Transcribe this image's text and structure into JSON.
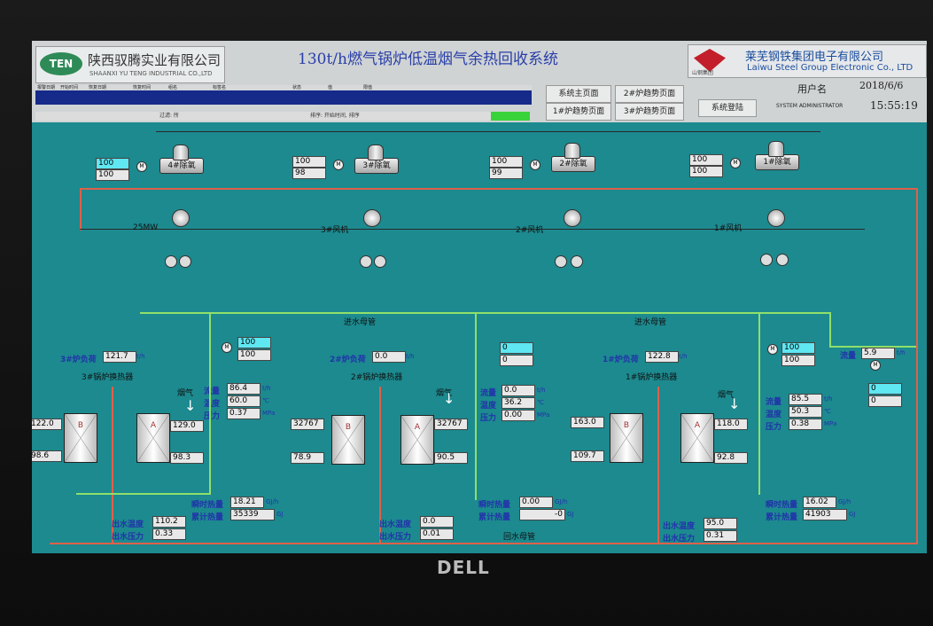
{
  "header": {
    "left_logo_mark": "TEN",
    "left_logo_cn": "陕西驭腾实业有限公司",
    "left_logo_en": "SHAANXI YU TENG INDUSTRIAL CO.,LTD",
    "title": "130t/h燃气锅炉低温烟气余热回收系统",
    "right_logo_sub": "山钢集团",
    "right_logo_cn": "莱芜钢铁集团电子有限公司",
    "right_logo_en": "Laiwu Steel Group Electronic Co., LTD"
  },
  "alarm_table": {
    "columns": [
      "报警日期",
      "开始时间",
      "恢复日期",
      "恢复时间",
      "组名",
      "标签名",
      "状态",
      "值",
      "限值"
    ],
    "filter_text": "过滤:  所",
    "sort_text": "排序:  开始时间,  排序"
  },
  "nav": {
    "main": "系统主页面",
    "trend2": "2#炉趋势页面",
    "trend1": "1#炉趋势页面",
    "trend3": "3#炉趋势页面",
    "login": "系统登陆"
  },
  "user": {
    "label": "用户名",
    "name": "SYSTEM ADMINISTRATOR",
    "date": "2018/6/6",
    "time": "15:55:19"
  },
  "deaerators": [
    {
      "name": "4#除氧",
      "v1": "100",
      "v2": "100"
    },
    {
      "name": "3#除氧",
      "v1": "100",
      "v2": "98"
    },
    {
      "name": "2#除氧",
      "v1": "100",
      "v2": "99"
    },
    {
      "name": "1#除氧",
      "v1": "100",
      "v2": "100"
    }
  ],
  "fans": [
    "25MW",
    "3#风机",
    "2#风机",
    "1#风机"
  ],
  "inlet_header": "进水母管",
  "return_header": "回水母管",
  "boilers": [
    {
      "exchanger": "3#锅炉换热器",
      "load_label": "3#炉负荷",
      "load": "121.7",
      "load_unit": "t/h",
      "valve1": "100",
      "valve2": "100",
      "flow_label": "流量",
      "flow": "86.4",
      "flow_unit": "t/h",
      "temp_label": "温度",
      "temp": "60.0",
      "temp_unit": "℃",
      "press_label": "压力",
      "press": "0.37",
      "press_unit": "MPa",
      "b_in": "122.0",
      "b_out": "98.6",
      "a_in": "129.0",
      "a_out": "98.3",
      "heat_label": "瞬时热量",
      "heat": "18.21",
      "heat_unit": "GJ/h",
      "cum_label": "累计热量",
      "cum": "35339",
      "cum_unit": "GJ",
      "out_temp_label": "出水温度",
      "out_temp": "110.2",
      "out_press_label": "出水压力",
      "out_press": "0.33"
    },
    {
      "exchanger": "2#锅炉换热器",
      "load_label": "2#炉负荷",
      "load": "0.0",
      "load_unit": "t/h",
      "valve1": "0",
      "valve2": "0",
      "flow_label": "流量",
      "flow": "0.0",
      "flow_unit": "t/h",
      "temp_label": "温度",
      "temp": "36.2",
      "temp_unit": "℃",
      "press_label": "压力",
      "press": "0.00",
      "press_unit": "MPa",
      "b_in": "32767",
      "b_out": "78.9",
      "a_in": "32767",
      "a_out": "90.5",
      "heat_label": "瞬时热量",
      "heat": "0.00",
      "heat_unit": "GJ/h",
      "cum_label": "累计热量",
      "cum": "-0",
      "cum_unit": "GJ",
      "out_temp_label": "出水温度",
      "out_temp": "0.0",
      "out_press_label": "出水压力",
      "out_press": "0.01"
    },
    {
      "exchanger": "1#锅炉换热器",
      "load_label": "1#炉负荷",
      "load": "122.8",
      "load_unit": "t/h",
      "valve1": "100",
      "valve2": "100",
      "flow_label": "流量",
      "flow": "85.5",
      "flow_unit": "t/h",
      "temp_label": "温度",
      "temp": "50.3",
      "temp_unit": "℃",
      "press_label": "压力",
      "press": "0.38",
      "press_unit": "MPa",
      "b_in": "163.0",
      "b_out": "109.7",
      "a_in": "118.0",
      "a_out": "92.8",
      "heat_label": "瞬时热量",
      "heat": "16.02",
      "heat_unit": "GJ/h",
      "cum_label": "累计热量",
      "cum": "41903",
      "cum_unit": "GJ",
      "out_temp_label": "出水温度",
      "out_temp": "95.0",
      "out_press_label": "出水压力",
      "out_press": "0.31"
    }
  ],
  "right_flow": {
    "label": "流量",
    "value": "5.9",
    "unit": "t/h",
    "v1": "0",
    "v2": "0"
  },
  "smoke_label": "烟气",
  "hx_b": "B",
  "hx_a": "A",
  "monitor_brand": "DELL"
}
